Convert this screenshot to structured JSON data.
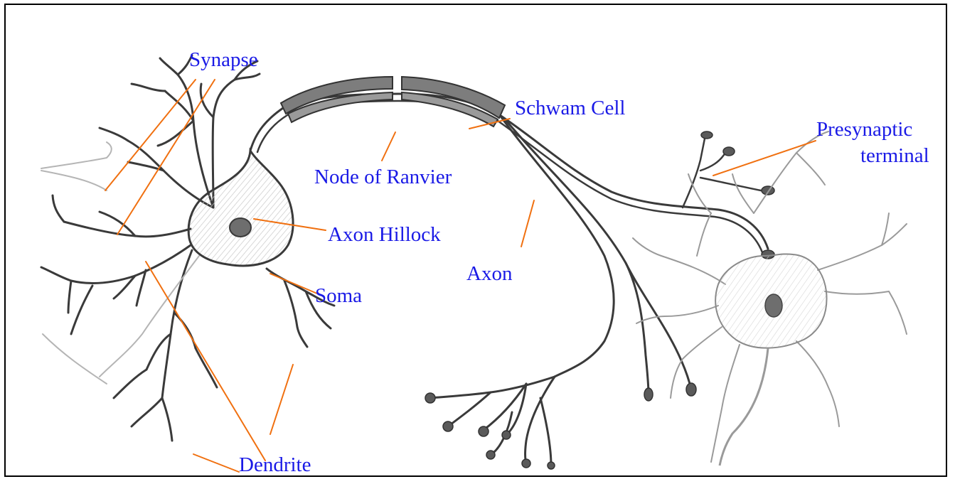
{
  "diagram": {
    "colors": {
      "label": "#1a1ae6",
      "leader": "#f07010",
      "ink": "#3a3a3a",
      "shade": "#8a8a8a",
      "sheath": "#7d7d7d"
    },
    "labels": {
      "synapse": "Synapse",
      "schwann_cell": "Schwam Cell",
      "presynaptic_line1": "Presynaptic",
      "presynaptic_line2": "terminal",
      "node_of_ranvier": "Node of Ranvier",
      "axon_hillock": "Axon Hillock",
      "axon": "Axon",
      "soma": "Soma",
      "dendrite": "Dendrite"
    }
  }
}
